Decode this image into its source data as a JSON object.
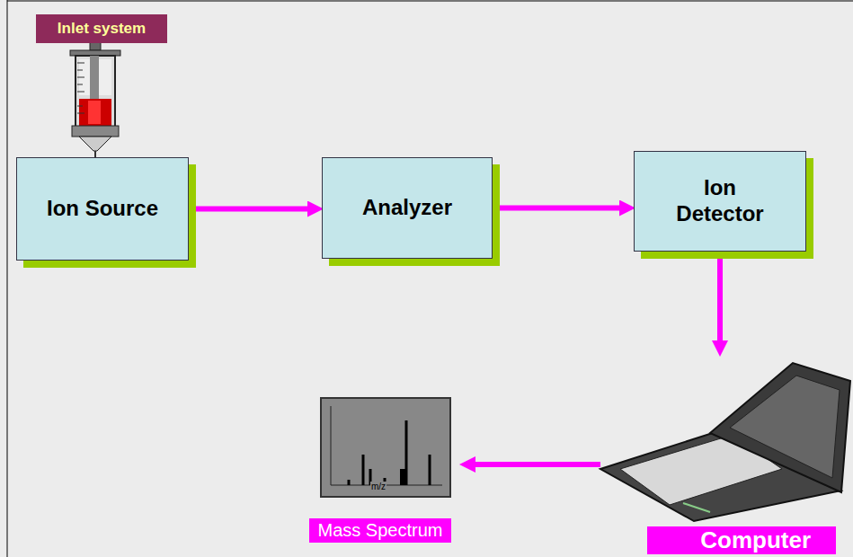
{
  "diagram": {
    "nodes": [
      {
        "text": [
          "Inlet system"
        ]
      },
      {
        "text": [
          "Ion Source"
        ]
      },
      {
        "text": [
          "Analyzer"
        ]
      },
      {
        "text": [
          "Ion Detector"
        ]
      },
      {
        "text": [
          "Computer"
        ]
      },
      {
        "text": [
          "Mass Spectrum"
        ]
      }
    ],
    "edges": [
      {
        "from": 1,
        "to": 2,
        "arrow": "to"
      },
      {
        "from": 2,
        "to": 3,
        "arrow": "to"
      },
      {
        "from": 3,
        "to": 4,
        "arrow": "to"
      },
      {
        "from": 4,
        "to": 5,
        "arrow": "to"
      }
    ],
    "labels": [
      "m/z"
    ]
  }
}
